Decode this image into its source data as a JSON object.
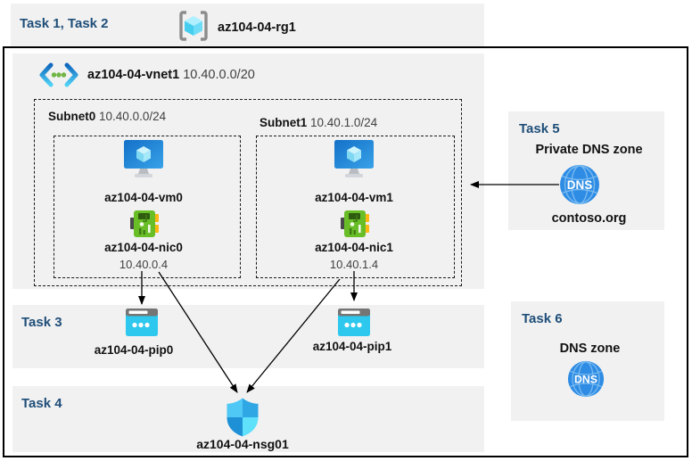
{
  "top": {
    "tasks_label": "Task 1, Task 2",
    "rg_name": "az104-04-rg1"
  },
  "vnet": {
    "name": "az104-04-vnet1",
    "cidr": "10.40.0.0/20"
  },
  "subnets": [
    {
      "name": "Subnet0",
      "cidr": "10.40.0.0/24",
      "vm": "az104-04-vm0",
      "nic": "az104-04-nic0",
      "ip": "10.40.0.4"
    },
    {
      "name": "Subnet1",
      "cidr": "10.40.1.0/24",
      "vm": "az104-04-vm1",
      "nic": "az104-04-nic1",
      "ip": "10.40.1.4"
    }
  ],
  "task3": {
    "label": "Task 3",
    "pips": [
      "az104-04-pip0",
      "az104-04-pip1"
    ]
  },
  "task4": {
    "label": "Task 4",
    "nsg": "az104-04-nsg01"
  },
  "task5": {
    "label": "Task 5",
    "title": "Private DNS zone",
    "zone": "contoso.org",
    "icon_text": "DNS"
  },
  "task6": {
    "label": "Task 6",
    "title": "DNS zone",
    "icon_text": "DNS"
  },
  "colors": {
    "task_header": "#1F4E79",
    "band_gray": "#F1F1F1",
    "vm_blue": "#1B7FD4",
    "nic_green": "#69BE28",
    "pip_cyan": "#2EC8EE",
    "dns_blue": "#2E8CE4",
    "shield_blue": "#2FA7E4"
  }
}
